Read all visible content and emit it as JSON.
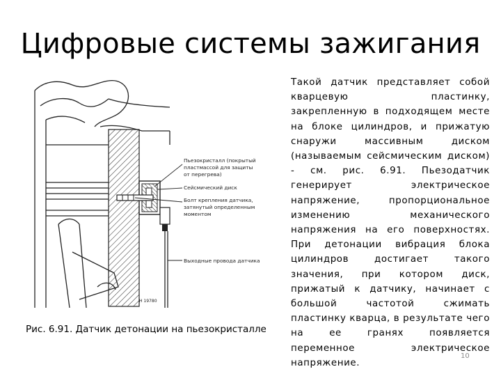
{
  "slide": {
    "title": "Цифровые системы зажигания",
    "caption": "Рис. 6.91. Датчик детонации на пьезокристалле",
    "body": "Такой датчик представляет собой кварцевую пластинку, закрепленную в подходящем месте на блоке цилиндров, и прижатую снаружи массивным диском (называемым сейсмическим диском) - см. рис. 6.91. Пьезодатчик генерирует электрическое напряжение, пропорциональное изменению механического напряжения на его поверхностях. При детонации вибрация блока цилиндров достигает такого значения, при котором диск, прижатый к датчику, начинает с большой частотой сжимать пластинку кварца, в результате чего на ее гранях появляется переменное электрическое напряжение.",
    "page_number": "10"
  },
  "figure": {
    "labels": {
      "piezo_line1": "Пьезокристалл (покрытый",
      "piezo_line2": "пластмассой для защиты",
      "piezo_line3": "от перегрева)",
      "seismic": "Сейсмический диск",
      "bolt_line1": "Болт крепления датчика,",
      "bolt_line2": "затянутый определенным",
      "bolt_line3": "моментом",
      "wires": "Выходные провода датчика",
      "code": "H 19780"
    }
  }
}
